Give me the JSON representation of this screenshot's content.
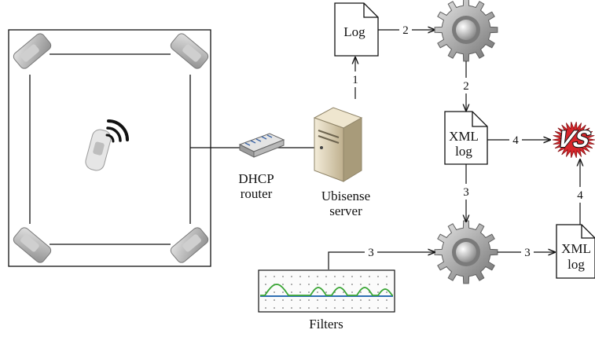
{
  "labels": {
    "dhcp_router": [
      "DHCP",
      "router"
    ],
    "ubisense_server": [
      "Ubisense",
      "server"
    ],
    "filters": "Filters"
  },
  "documents": {
    "log": "Log",
    "xml_log_top": [
      "XML",
      "log"
    ],
    "xml_log_bottom": [
      "XML",
      "log"
    ]
  },
  "arrow_numbers": {
    "server_to_log": "1",
    "log_to_gear": "2",
    "gear_to_xml": "2",
    "xml_to_gear": "3",
    "filters_to_gear": "3",
    "gear_to_xml_bottom": "3",
    "xml_to_vs": "4",
    "xml_bottom_to_vs": "4"
  },
  "logo_text": "VS",
  "colors": {
    "sensor": "#b9b9b9",
    "gear": "#9a9a9a",
    "logo_red": "#d7262b",
    "filter_green": "#3aa635",
    "filter_blue": "#2f6fb3",
    "server": "#ded2b6"
  }
}
